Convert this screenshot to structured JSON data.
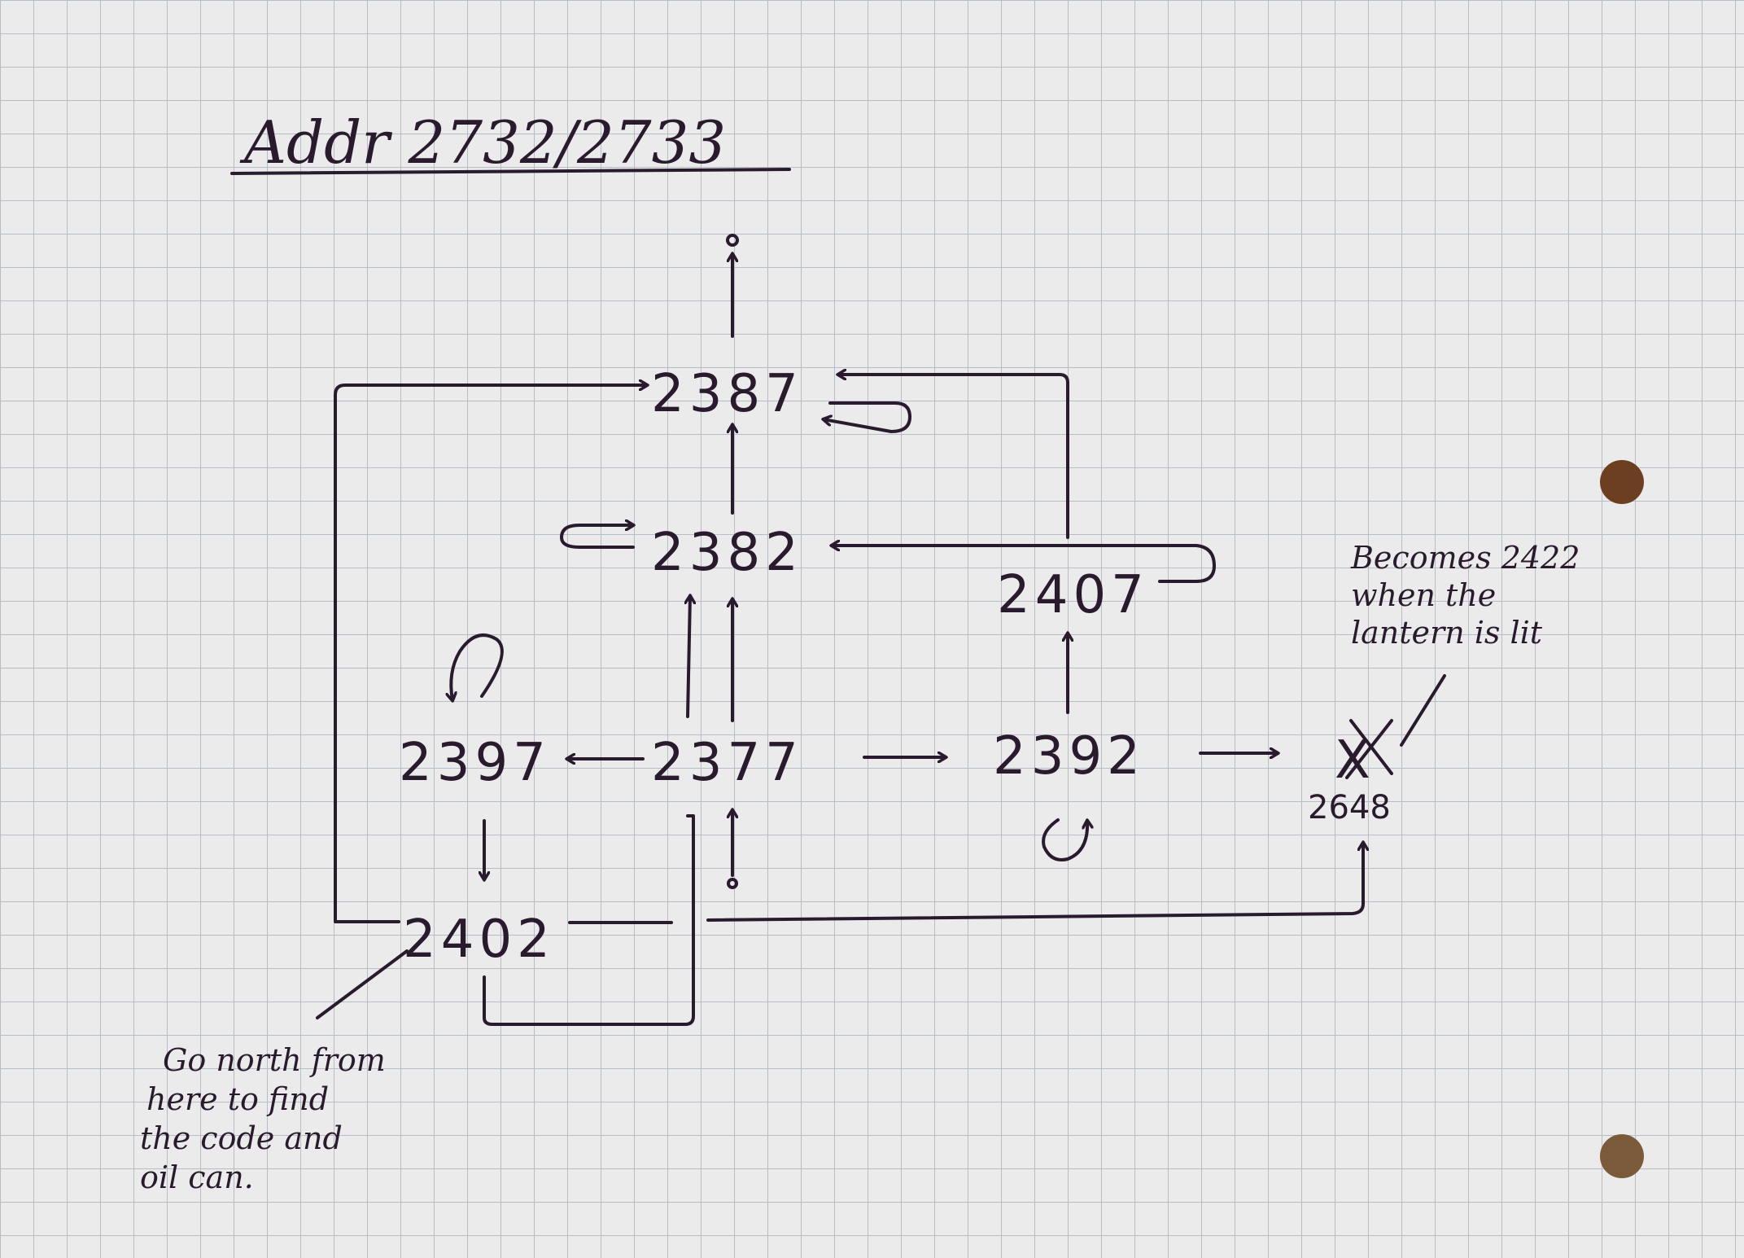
{
  "title": "Addr 2732/2733",
  "nodes": {
    "n2387": "2387",
    "n2382": "2382",
    "n2407": "2407",
    "n2397": "2397",
    "n2377": "2377",
    "n2392": "2392",
    "n2402": "2402",
    "n2648": "2648",
    "x_mark": "X"
  },
  "notes": {
    "becomes": [
      "Becomes 2422",
      "when the",
      "lantern is lit"
    ],
    "go_north": [
      "Go north from",
      "here to find",
      "the code and",
      "oil can."
    ]
  },
  "colors": {
    "paper": "#ebebeb",
    "grid": "#b7bdc6",
    "ink": "#2a1a2e",
    "pin": "#6b3f1f"
  }
}
